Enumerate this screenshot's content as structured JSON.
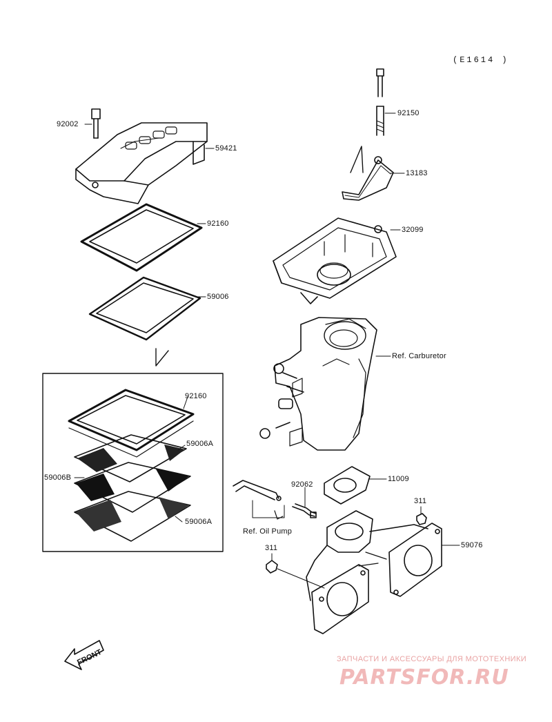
{
  "diagram_code": "(E1614 )",
  "parts": {
    "p92002": "92002",
    "p59421": "59421",
    "p92150": "92150",
    "p13183": "13183",
    "p92160_top": "92160",
    "p32099": "32099",
    "p59006": "59006",
    "ref_carburetor": "Ref. Carburetor",
    "p92160_box": "92160",
    "p59006A_top": "59006A",
    "p59006B": "59006B",
    "p59006A_bottom": "59006A",
    "p92062": "92062",
    "p11009": "11009",
    "p311_right": "311",
    "ref_oil_pump": "Ref. Oil Pump",
    "p59076": "59076",
    "p311_left": "311"
  },
  "front_arrow": "FRONT",
  "watermark": {
    "line1": "ЗАПЧАСТИ И АКСЕССУАРЫ ДЛЯ МОТОТЕХНИКИ",
    "line2": "PARTSFOR.RU"
  },
  "colors": {
    "ink": "#111111",
    "watermark": "#e9a3a3"
  }
}
